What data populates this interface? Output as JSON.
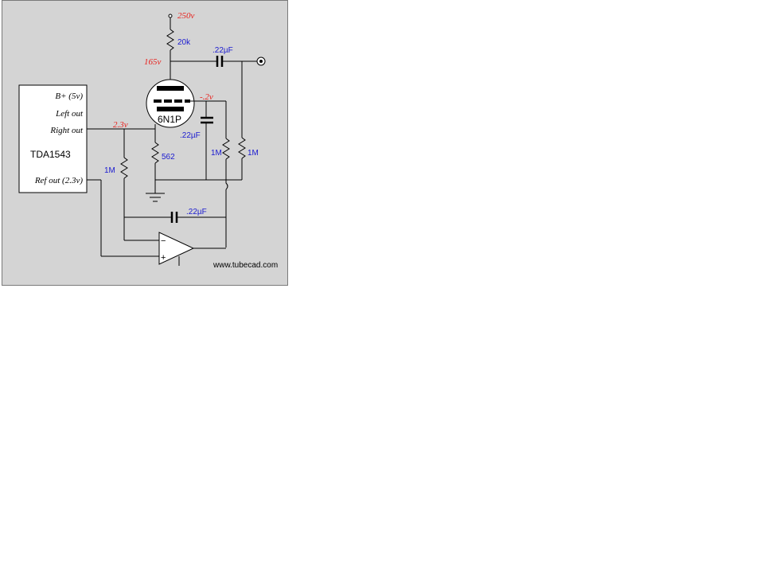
{
  "schematic": {
    "chip": {
      "name": "TDA1543",
      "pins": {
        "bplus": "B+ (5v)",
        "left_out": "Left out",
        "right_out": "Right out",
        "ref_out": "Ref out (2.3v)"
      }
    },
    "voltages": {
      "supply": "250v",
      "plate": "165v",
      "grid": "-.2v",
      "input": "2.3v"
    },
    "components": {
      "plate_resistor": "20k",
      "output_cap": ".22µF",
      "tube": "6N1P",
      "grid_cap": ".22µF",
      "grid_resistor": "1M",
      "output_resistor": "1M",
      "cathode_resistor": "562",
      "bias_resistor": "1M",
      "feedback_cap": ".22µF"
    },
    "opamp": {
      "minus": "−",
      "plus": "+"
    },
    "watermark": "www.tubecad.com"
  },
  "colors": {
    "background": "#d4d4d4",
    "white_box": "#ffffff",
    "voltage_red": "#e8201c",
    "value_blue": "#1a1ad0",
    "wire": "#000000"
  }
}
